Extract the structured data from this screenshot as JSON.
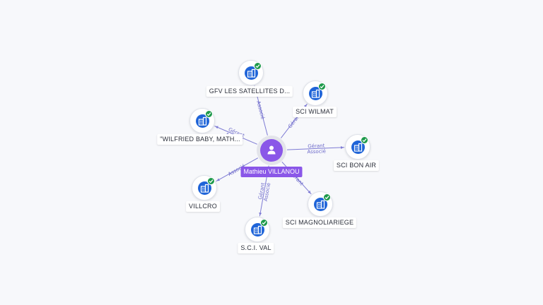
{
  "center": {
    "name": "Mathieu VILLANOU",
    "icon": "person-icon",
    "color": "#8a57e8"
  },
  "companies": [
    {
      "id": "gfv",
      "name": "GFV LES SATELLITES D...",
      "icon": "building-icon",
      "verified": true,
      "relation": "Associé"
    },
    {
      "id": "wilmat",
      "name": "SCI WILMAT",
      "icon": "building-icon",
      "verified": true,
      "relation": "Gérant"
    },
    {
      "id": "bonair",
      "name": "SCI BON AIR",
      "icon": "building-icon",
      "verified": true,
      "relation": "Gérant\nAssocié"
    },
    {
      "id": "magnoliariege",
      "name": "SCI MAGNOLIARIEGE",
      "icon": "building-icon",
      "verified": true,
      "relation": "Gérant"
    },
    {
      "id": "scival",
      "name": "S.C.I. VAL",
      "icon": "building-icon",
      "verified": true,
      "relation": "Gérant\nAssocié"
    },
    {
      "id": "villcro",
      "name": "VILLCRO",
      "icon": "building-icon",
      "verified": true,
      "relation": "Associé"
    },
    {
      "id": "wilfried",
      "name": "\"WILFRIED BABY, MATH...",
      "icon": "building-icon",
      "verified": true,
      "relation": "Gérant\nAssocié"
    }
  ],
  "colors": {
    "node_fill": "#1f64d8",
    "verified_badge": "#1e9a4b",
    "edge": "#7e7bd4"
  }
}
